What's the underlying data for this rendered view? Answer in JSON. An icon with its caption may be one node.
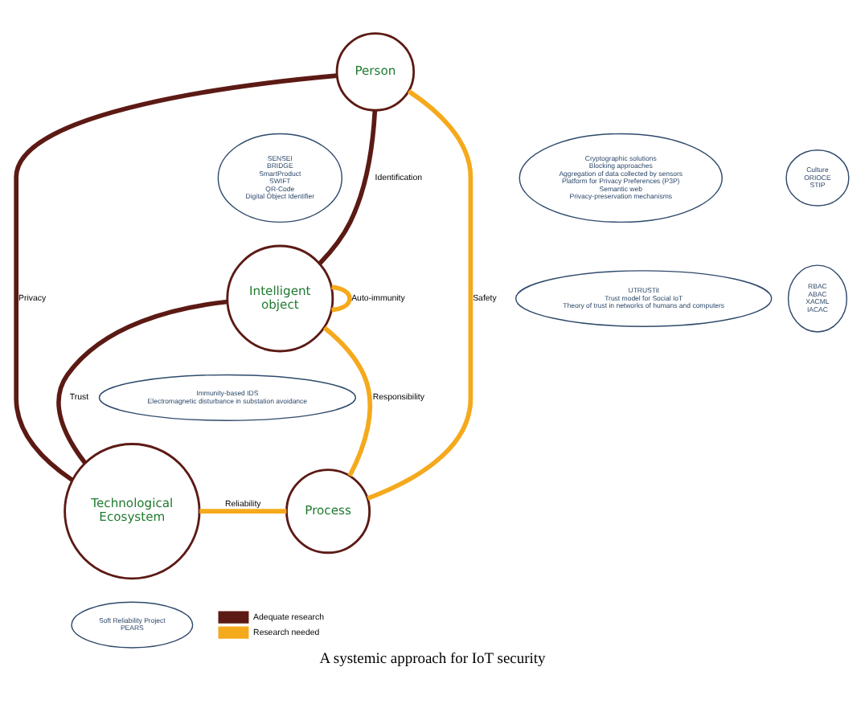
{
  "diagram": {
    "title": "A systemic approach for IoT security",
    "nodes": [
      {
        "text": [
          "Person"
        ]
      },
      {
        "text": [
          "Intelligent object"
        ]
      },
      {
        "text": [
          "Technological Ecosystem"
        ]
      },
      {
        "text": [
          "Process"
        ]
      },
      {
        "text": [
          "Cryptographic solutions",
          "Blocking approaches",
          "Aggregation of data collected by sensors",
          "Platform for Privacy Preferences (P3P)",
          "Semantic web",
          "Privacy-preservation mechanisms"
        ]
      },
      {
        "text": [
          "SENSEI",
          "BRIDGE",
          "SmartProduct",
          "SWIFT",
          "QR-Code",
          "Digital Object Identifier"
        ]
      },
      {
        "text": [
          "Culture",
          "ORIOCE",
          "STIP"
        ]
      },
      {
        "text": [
          "UTRUSTit",
          "Trust model for Social IoT",
          "Theory of trust in networks of humans and computers"
        ]
      },
      {
        "text": [
          "RBAC",
          "ABAC",
          "XACML",
          "IACAC"
        ]
      },
      {
        "text": [
          "Immunity-based IDS",
          "Electromagnetic disturbance in substation avoidance"
        ]
      },
      {
        "text": [
          "Soft Reliability Project",
          "PEARS"
        ]
      }
    ],
    "edges": [
      {
        "from": 0,
        "to": 2,
        "arrow": "none",
        "label": "Privacy",
        "color": "#5c1a14"
      },
      {
        "from": 0,
        "to": 1,
        "arrow": "none",
        "label": "Identification",
        "color": "#5c1a14"
      },
      {
        "from": 0,
        "to": 3,
        "arrow": "none",
        "label": "Safety"
      },
      {
        "from": 2,
        "to": 1,
        "arrow": "none",
        "label": "Trust",
        "color": "#5c1a14"
      },
      {
        "from": 1,
        "to": 3,
        "arrow": "none",
        "label": "Responsibility"
      },
      {
        "from": 1,
        "to": 1,
        "arrow": "none",
        "label": "Auto-immunity"
      },
      {
        "from": 2,
        "to": 3,
        "arrow": "none",
        "label": "Reliability"
      }
    ],
    "legend": [
      {
        "text": "Adequate research",
        "color": "#5c1a14"
      },
      {
        "text": "Research needed",
        "color": "#f5a91c"
      }
    ]
  }
}
